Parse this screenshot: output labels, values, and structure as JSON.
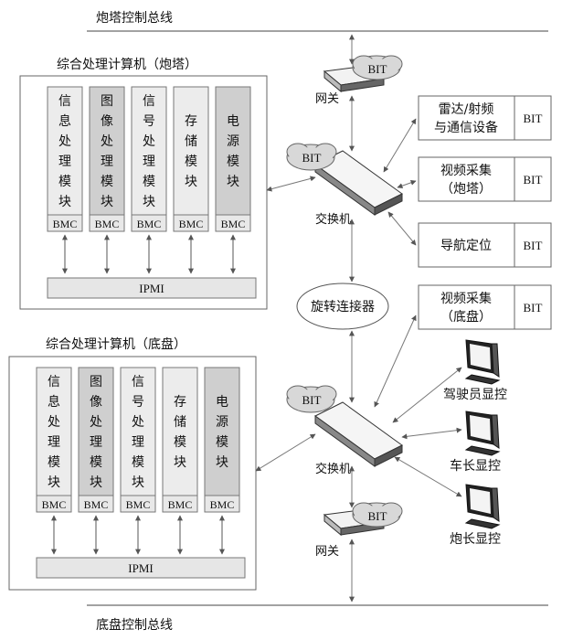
{
  "buses": {
    "turret": "炮塔控制总线",
    "chassis": "底盘控制总线"
  },
  "turret_computer": {
    "title": "综合处理计算机（炮塔）",
    "modules": [
      {
        "label": [
          "信",
          "息",
          "处",
          "理",
          "模",
          "块"
        ],
        "bmc": "BMC",
        "shade": "light"
      },
      {
        "label": [
          "图",
          "像",
          "处",
          "理",
          "模",
          "块"
        ],
        "bmc": "BMC",
        "shade": "dark"
      },
      {
        "label": [
          "信",
          "号",
          "处",
          "理",
          "模",
          "块"
        ],
        "bmc": "BMC",
        "shade": "light"
      },
      {
        "label": [
          "存",
          "储",
          "模",
          "块"
        ],
        "bmc": "BMC",
        "shade": "light"
      },
      {
        "label": [
          "电",
          "源",
          "模",
          "块"
        ],
        "bmc": "BMC",
        "shade": "dark"
      }
    ],
    "ipmi": "IPMI"
  },
  "chassis_computer": {
    "title": "综合处理计算机（底盘）",
    "modules": [
      {
        "label": [
          "信",
          "息",
          "处",
          "理",
          "模",
          "块"
        ],
        "bmc": "BMC",
        "shade": "light"
      },
      {
        "label": [
          "图",
          "像",
          "处",
          "理",
          "模",
          "块"
        ],
        "bmc": "BMC",
        "shade": "dark"
      },
      {
        "label": [
          "信",
          "号",
          "处",
          "理",
          "模",
          "块"
        ],
        "bmc": "BMC",
        "shade": "light"
      },
      {
        "label": [
          "存",
          "储",
          "模",
          "块"
        ],
        "bmc": "BMC",
        "shade": "light"
      },
      {
        "label": [
          "电",
          "源",
          "模",
          "块"
        ],
        "bmc": "BMC",
        "shade": "dark"
      }
    ],
    "ipmi": "IPMI"
  },
  "network": {
    "gateway_label": "网关",
    "switch_label": "交换机",
    "bit_label": "BIT",
    "rotary": "旋转连接器"
  },
  "devices": [
    {
      "lines": [
        "雷达/射频",
        "与通信设备"
      ],
      "bit": "BIT"
    },
    {
      "lines": [
        "视频采集",
        "（炮塔）"
      ],
      "bit": "BIT"
    },
    {
      "lines": [
        "导航定位"
      ],
      "bit": "BIT"
    },
    {
      "lines": [
        "视频采集",
        "（底盘）"
      ],
      "bit": "BIT"
    }
  ],
  "displays": [
    "驾驶员显控",
    "车长显控",
    "炮长显控"
  ],
  "colors": {
    "light_module": "#ececec",
    "dark_module": "#cfcfcf",
    "panel_border": "#666666",
    "line": "#777777"
  }
}
